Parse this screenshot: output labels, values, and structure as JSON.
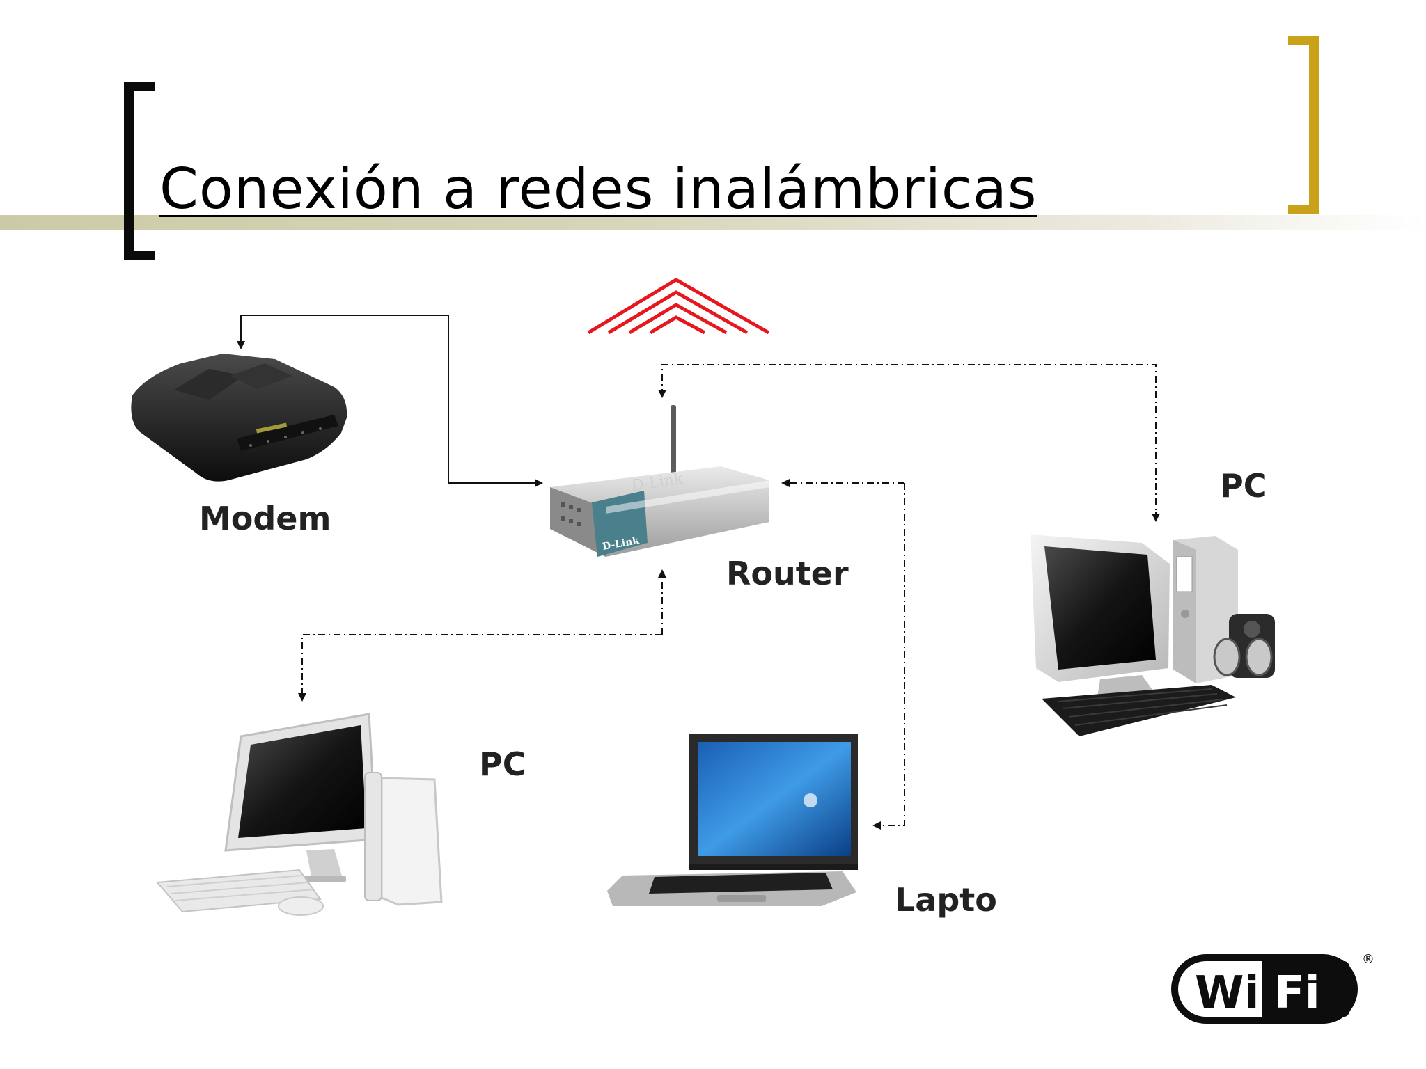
{
  "slide": {
    "title": "Conexión a redes inalámbricas"
  },
  "devices": {
    "modem": {
      "label": "Modem"
    },
    "router": {
      "label": "Router",
      "brand": "D-Link"
    },
    "pc_right": {
      "label": "PC"
    },
    "pc_left": {
      "label": "PC"
    },
    "laptop": {
      "label": "Lapto"
    }
  },
  "logo": {
    "text_left": "Wi",
    "text_right": "Fi",
    "registered": "®"
  },
  "colors": {
    "signal": "#e8161d",
    "accent_bracket": "#c9a21a",
    "dark_bracket": "#0a0a0a",
    "title_band": "#cccaa6"
  },
  "connections": [
    {
      "from": "router",
      "to": "modem",
      "style": "solid"
    },
    {
      "from": "router",
      "to": "pc_right",
      "style": "dash-dot"
    },
    {
      "from": "router",
      "to": "laptop",
      "style": "dash-dot"
    },
    {
      "from": "router",
      "to": "pc_left",
      "style": "dash-dot"
    }
  ]
}
